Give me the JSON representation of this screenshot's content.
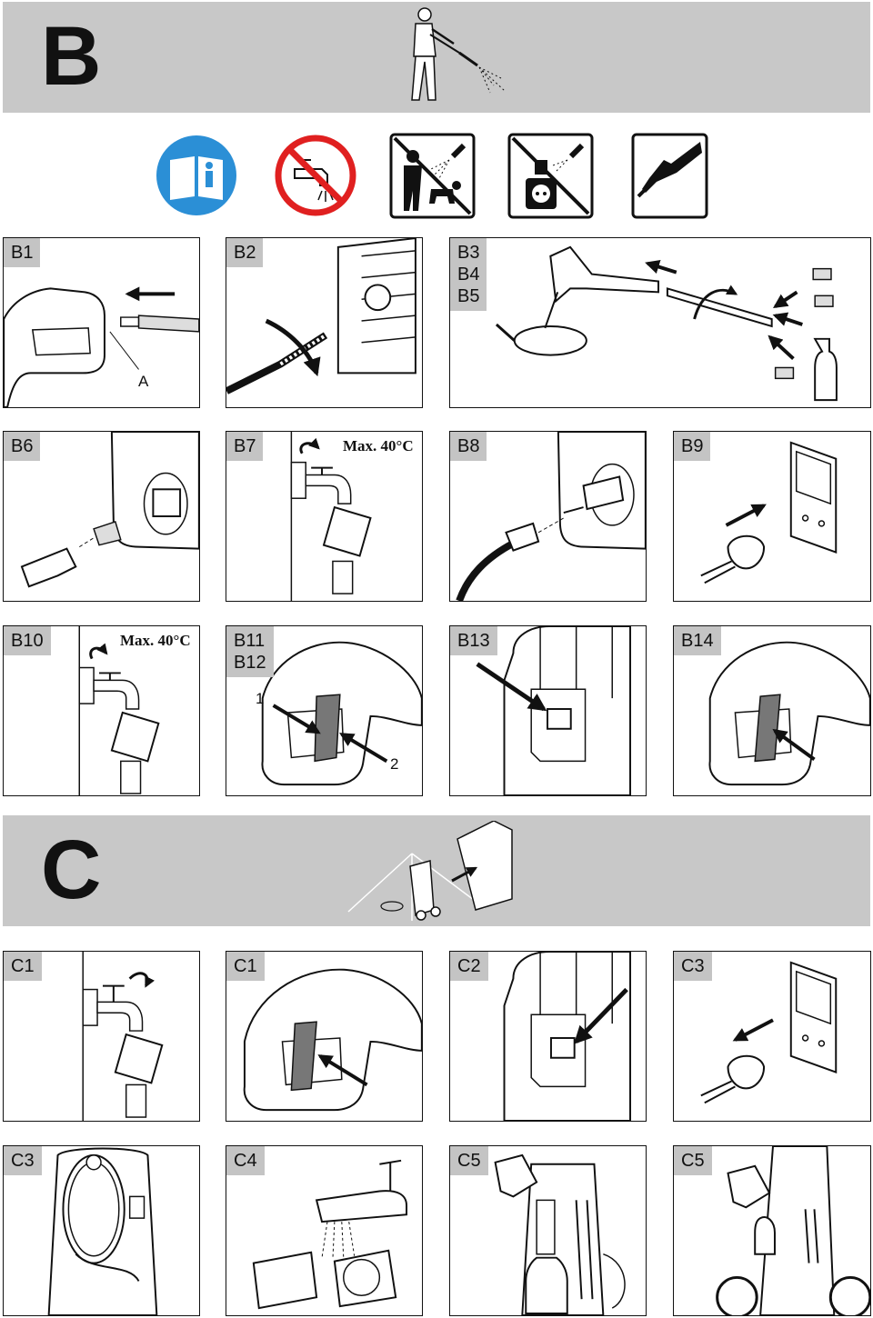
{
  "section_b": {
    "letter": "B"
  },
  "section_c": {
    "letter": "C"
  },
  "icons": [
    "read-manual-icon",
    "no-drinking-water-icon",
    "no-spray-at-people-animals-icon",
    "no-spray-at-electrical-icon",
    "wear-protective-gear-icon"
  ],
  "panels": {
    "b1": {
      "label": "B1",
      "callout": "A"
    },
    "b2": {
      "label": "B2"
    },
    "b3": {
      "labels": [
        "B3",
        "B4",
        "B5"
      ]
    },
    "b6": {
      "label": "B6"
    },
    "b7": {
      "label": "B7",
      "note": "Max. 40°C"
    },
    "b8": {
      "label": "B8"
    },
    "b9": {
      "label": "B9"
    },
    "b10": {
      "label": "B10",
      "note": "Max. 40°C"
    },
    "b11": {
      "labels": [
        "B11",
        "B12"
      ],
      "callout1": "1",
      "callout2": "2"
    },
    "b13": {
      "label": "B13"
    },
    "b14": {
      "label": "B14"
    },
    "c1a": {
      "label": "C1"
    },
    "c1b": {
      "label": "C1"
    },
    "c2": {
      "label": "C2"
    },
    "c3a": {
      "label": "C3"
    },
    "c3b": {
      "label": "C3"
    },
    "c4": {
      "label": "C4"
    },
    "c5a": {
      "label": "C5"
    },
    "c5b": {
      "label": "C5"
    }
  }
}
